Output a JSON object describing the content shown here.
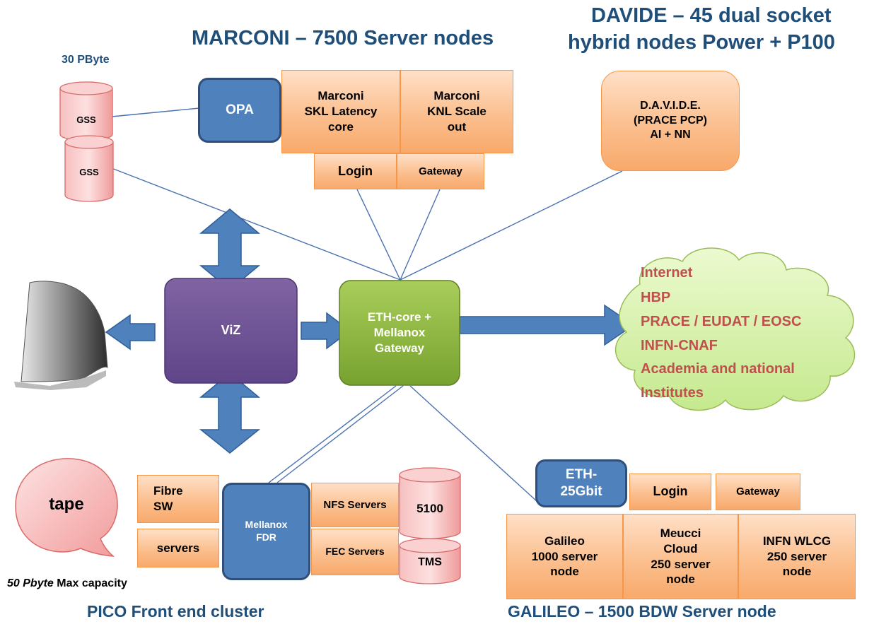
{
  "titles": {
    "marconi": "MARCONI – 7500 Server nodes",
    "davide_line1": "DAVIDE – 45 dual socket",
    "davide_line2": "hybrid nodes Power + P100",
    "storage": "30 PByte",
    "pico": "PICO Front end cluster",
    "galileo": "GALILEO –  1500 BDW Server node"
  },
  "storage": {
    "gss_top": "GSS",
    "gss_bottom": "GSS"
  },
  "marconi": {
    "opa": "OPA",
    "skl": "Marconi\nSKL Latency\ncore",
    "knl": "Marconi\nKNL Scale\nout",
    "login": "Login",
    "gateway": "Gateway"
  },
  "davide": {
    "box": "D.A.V.I.D.E.\n(PRACE PCP)\nAI + NN"
  },
  "viz": {
    "label": "ViZ"
  },
  "eth_core": {
    "label": "ETH-core +\nMellanox\nGateway"
  },
  "cloud": {
    "lines": [
      "Internet",
      "HBP",
      "PRACE / EUDAT / EOSC",
      "INFN-CNAF",
      "Academia and national",
      "Institutes"
    ]
  },
  "pico": {
    "tape": "tape",
    "capacity_value": "50 Pbyte",
    "capacity_label": "Max capacity",
    "fibre_sw": "Fibre\nSW",
    "servers": "servers",
    "mellanox_fdr": "Mellanox\nFDR",
    "nfs_servers": "NFS Servers",
    "fec_servers": "FEC Servers",
    "disk_5100": "5100",
    "disk_tms": "TMS"
  },
  "galileo": {
    "eth25": "ETH-\n25Gbit",
    "login": "Login",
    "gateway": "Gateway",
    "galileo_nodes": "Galileo\n1000 server\nnode",
    "meucci": "Meucci\nCloud\n250 server\nnode",
    "infn": "INFN WLCG\n250 server\nnode"
  },
  "colors": {
    "title": "#1f4e79",
    "orange_fill": "#fbbf8e",
    "orange_border": "#f79646",
    "blue": "#4f81bd",
    "viz_purple": "#6a4e9c",
    "eth_green": "#8bb33a",
    "cloud_green": "#d8f0b0",
    "cloud_text": "#c0504d",
    "disk_pink": "#f4a6a6",
    "link_line": "#4a72b0"
  },
  "icons": {
    "display": "curved-display-icon",
    "disk": "cylinder-disk-icon",
    "tape": "speech-bubble-tape-icon",
    "cloud": "cloud-shape"
  }
}
